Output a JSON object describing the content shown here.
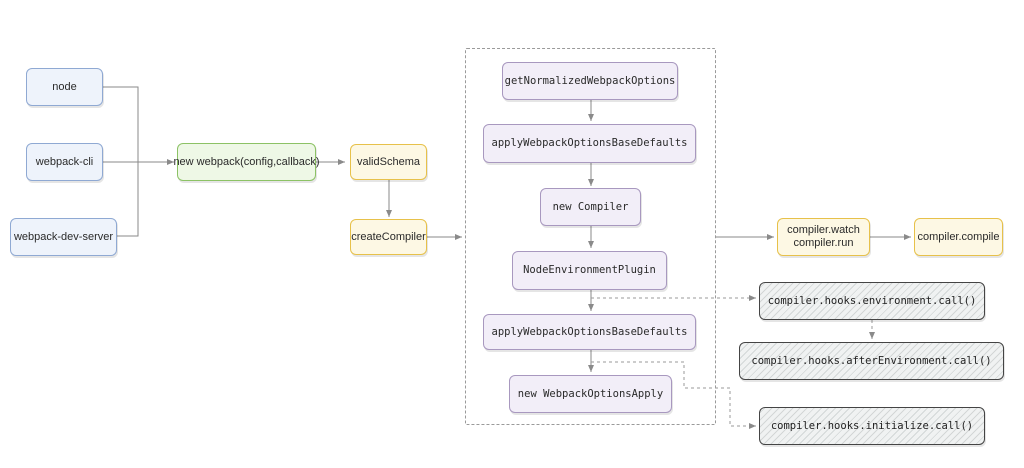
{
  "diagram": {
    "nodes": {
      "node": "node",
      "webpack_cli": "webpack-cli",
      "webpack_dev_server": "webpack-dev-server",
      "new_webpack": "new webpack(config,callback)",
      "valid_schema": "validSchema",
      "create_compiler": "createCompiler",
      "get_normalized": "getNormalizedWebpackOptions",
      "apply_defaults_1": "applyWebpackOptionsBaseDefaults",
      "new_compiler": "new Compiler",
      "node_env_plugin": "NodeEnvironmentPlugin",
      "apply_defaults_2": "applyWebpackOptionsBaseDefaults",
      "new_options_apply": "new WebpackOptionsApply",
      "compiler_watch": "compiler.watch",
      "compiler_run": "compiler.run",
      "compiler_compile": "compiler.compile",
      "hook_environment": "compiler.hooks.environment.call()",
      "hook_after_environment": "compiler.hooks.afterEnvironment.call()",
      "hook_initialize": "compiler.hooks.initialize.call()"
    },
    "colors": {
      "blue_fill": "#eef3fb",
      "green_fill": "#eef8e6",
      "yellow_fill": "#fdf8e4",
      "purple_fill": "#f2eef8",
      "hook_fill": "#f0f2f2",
      "connector": "#8a8a8a"
    }
  }
}
